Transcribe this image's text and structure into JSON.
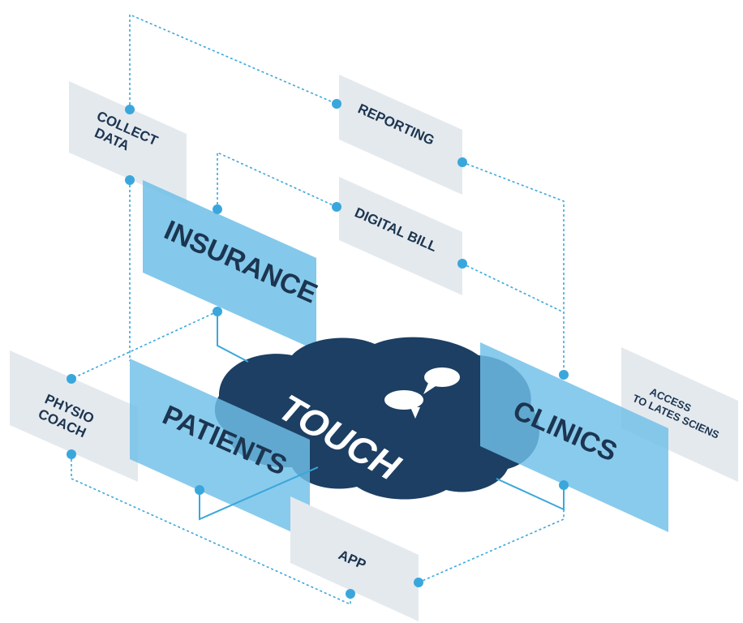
{
  "center": {
    "label": "TOUCH",
    "icon": "chat-bubbles-icon"
  },
  "nodes": {
    "collect_data": [
      "COLLECT",
      "DATA"
    ],
    "reporting": "REPORTING",
    "digital_bill": "DIGITAL BILL",
    "insurance": "INSURANCE",
    "physio_coach": [
      "PHYSIO",
      "COACH"
    ],
    "patients": "PATIENTS",
    "clinics": "CLINICS",
    "access": [
      "ACCESS",
      "TO LATES SCIENS"
    ],
    "app": "APP"
  },
  "colors": {
    "dark_navy": "#1c3f63",
    "light_blue": "#6fbfe8",
    "pale_grey": "#e4e9ee",
    "connector": "#3aa7dc",
    "text": "#1c3550"
  }
}
